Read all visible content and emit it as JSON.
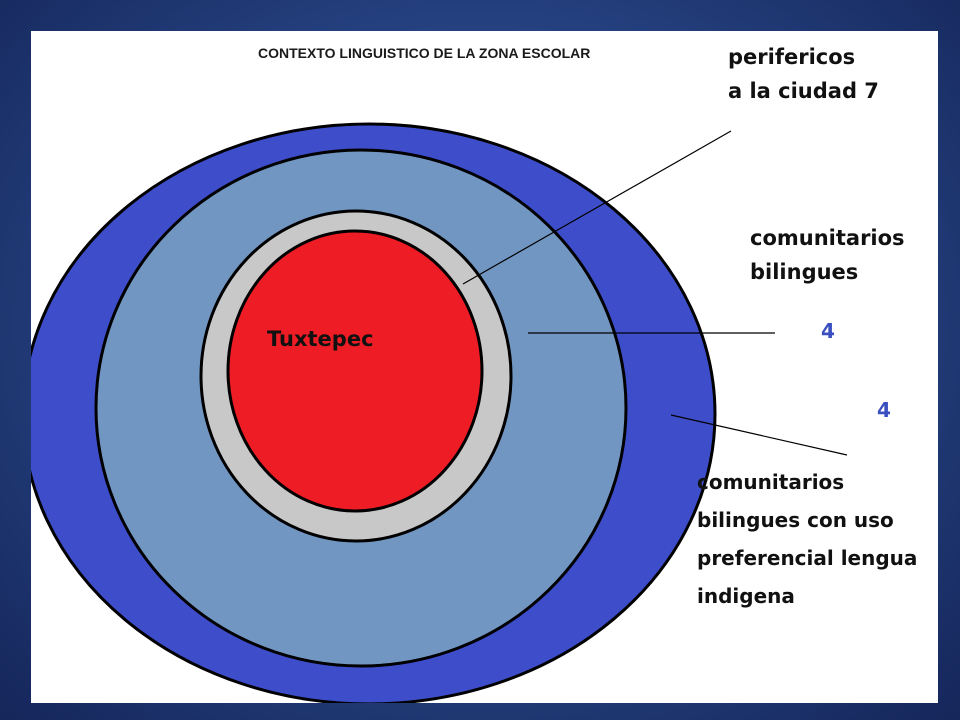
{
  "diagram": {
    "title": "CONTEXTO LINGUISTICO DE LA ZONA ESCOLAR",
    "center_label": "Tuxtepec",
    "labels": {
      "perifericos": [
        "perifericos",
        "a la ciudad 7"
      ],
      "comunitarios": [
        "comunitarios",
        "bilingues"
      ],
      "comunitarios_uso": [
        "comunitarios",
        "bilingues con uso",
        "preferencial lengua",
        "indigena"
      ]
    },
    "counts": {
      "comunitarios": "4",
      "comunitarios_uso": "4"
    },
    "colors": {
      "outer_ring": "#3e4ecb",
      "middle_ring": "#7296c2",
      "inner_ring": "#c8c8c8",
      "core": "#ee1c24",
      "count_text": "#3a4fc0",
      "slide_frame": "#24407e"
    }
  }
}
